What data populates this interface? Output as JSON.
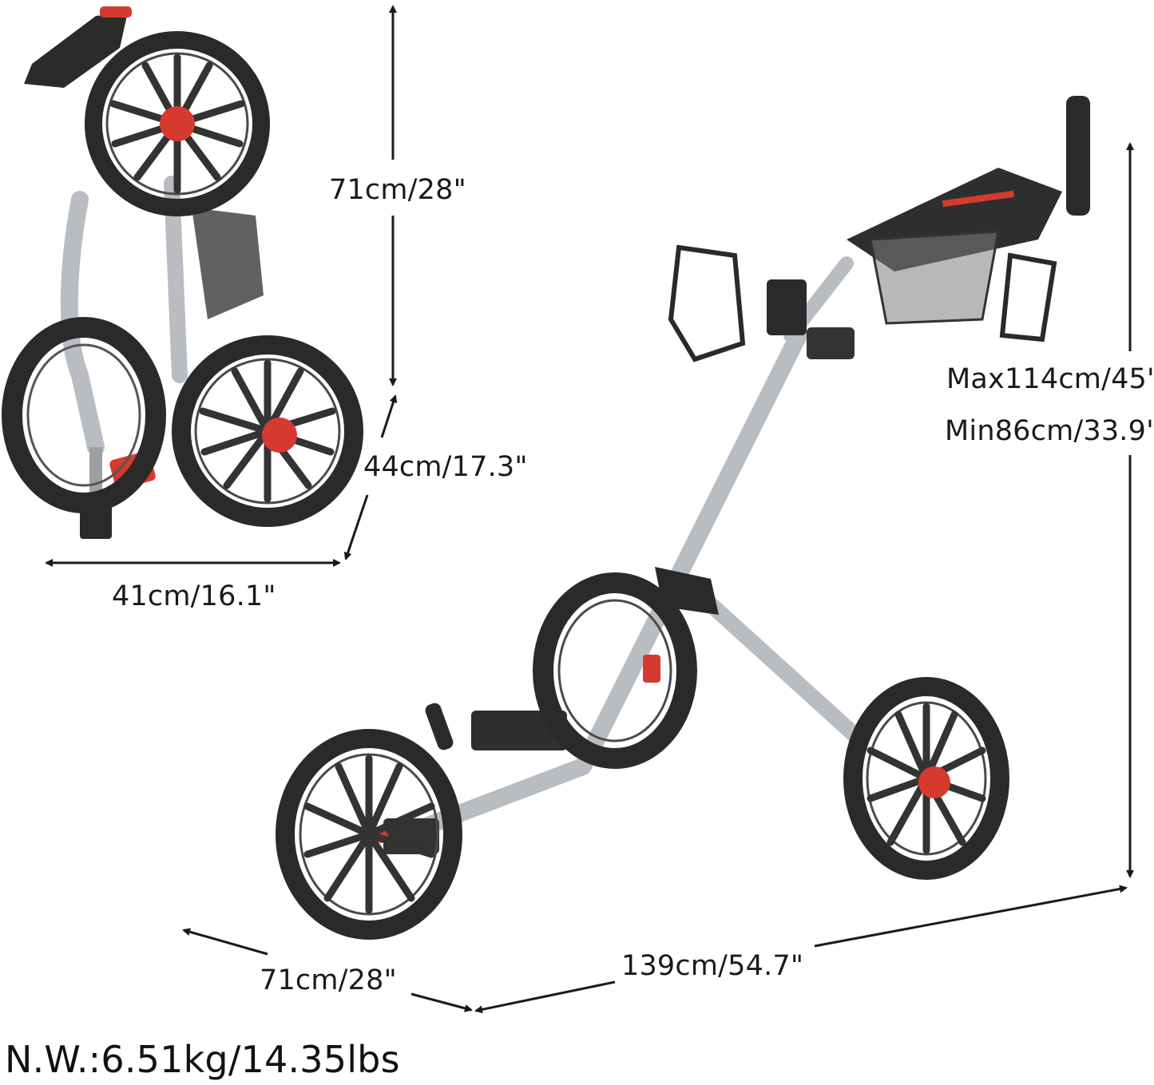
{
  "product": {
    "colors": {
      "tyre": "#2a2a2a",
      "spoke": "#333333",
      "frame": "#b9bdc2",
      "frame_dark": "#8d9196",
      "accent": "#d63a2f",
      "arrow": "#1a1a1a",
      "label": "#1a1a1a"
    }
  },
  "folded_dimensions": {
    "height": "71cm/28\"",
    "depth": "44cm/17.3\"",
    "width": "41cm/16.1\""
  },
  "open_dimensions": {
    "height_max": "Max114cm/45\"",
    "height_min": "Min86cm/33.9\"",
    "length": "139cm/54.7\"",
    "width": "71cm/28\""
  },
  "net_weight": "N.W.:6.51kg/14.35lbs"
}
